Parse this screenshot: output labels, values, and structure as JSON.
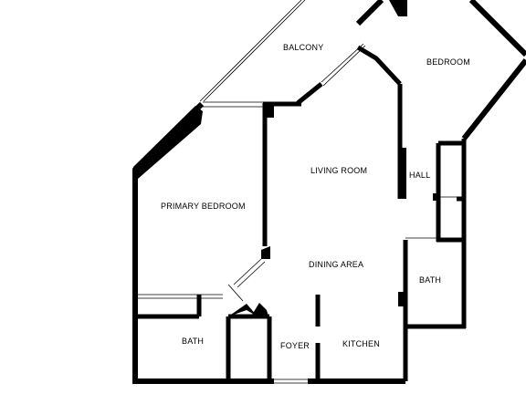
{
  "floorplan": {
    "colors": {
      "background": "#ffffff",
      "wall": "#000000"
    },
    "rooms": {
      "balcony": "BALCONY",
      "bedroom": "BEDROOM",
      "living_room": "LIVING ROOM",
      "hall": "HALL",
      "primary_bedroom": "PRIMARY BEDROOM",
      "dining_area": "DINING AREA",
      "bath_right": "BATH",
      "bath_left": "BATH",
      "foyer": "FOYER",
      "kitchen": "KITCHEN"
    }
  }
}
